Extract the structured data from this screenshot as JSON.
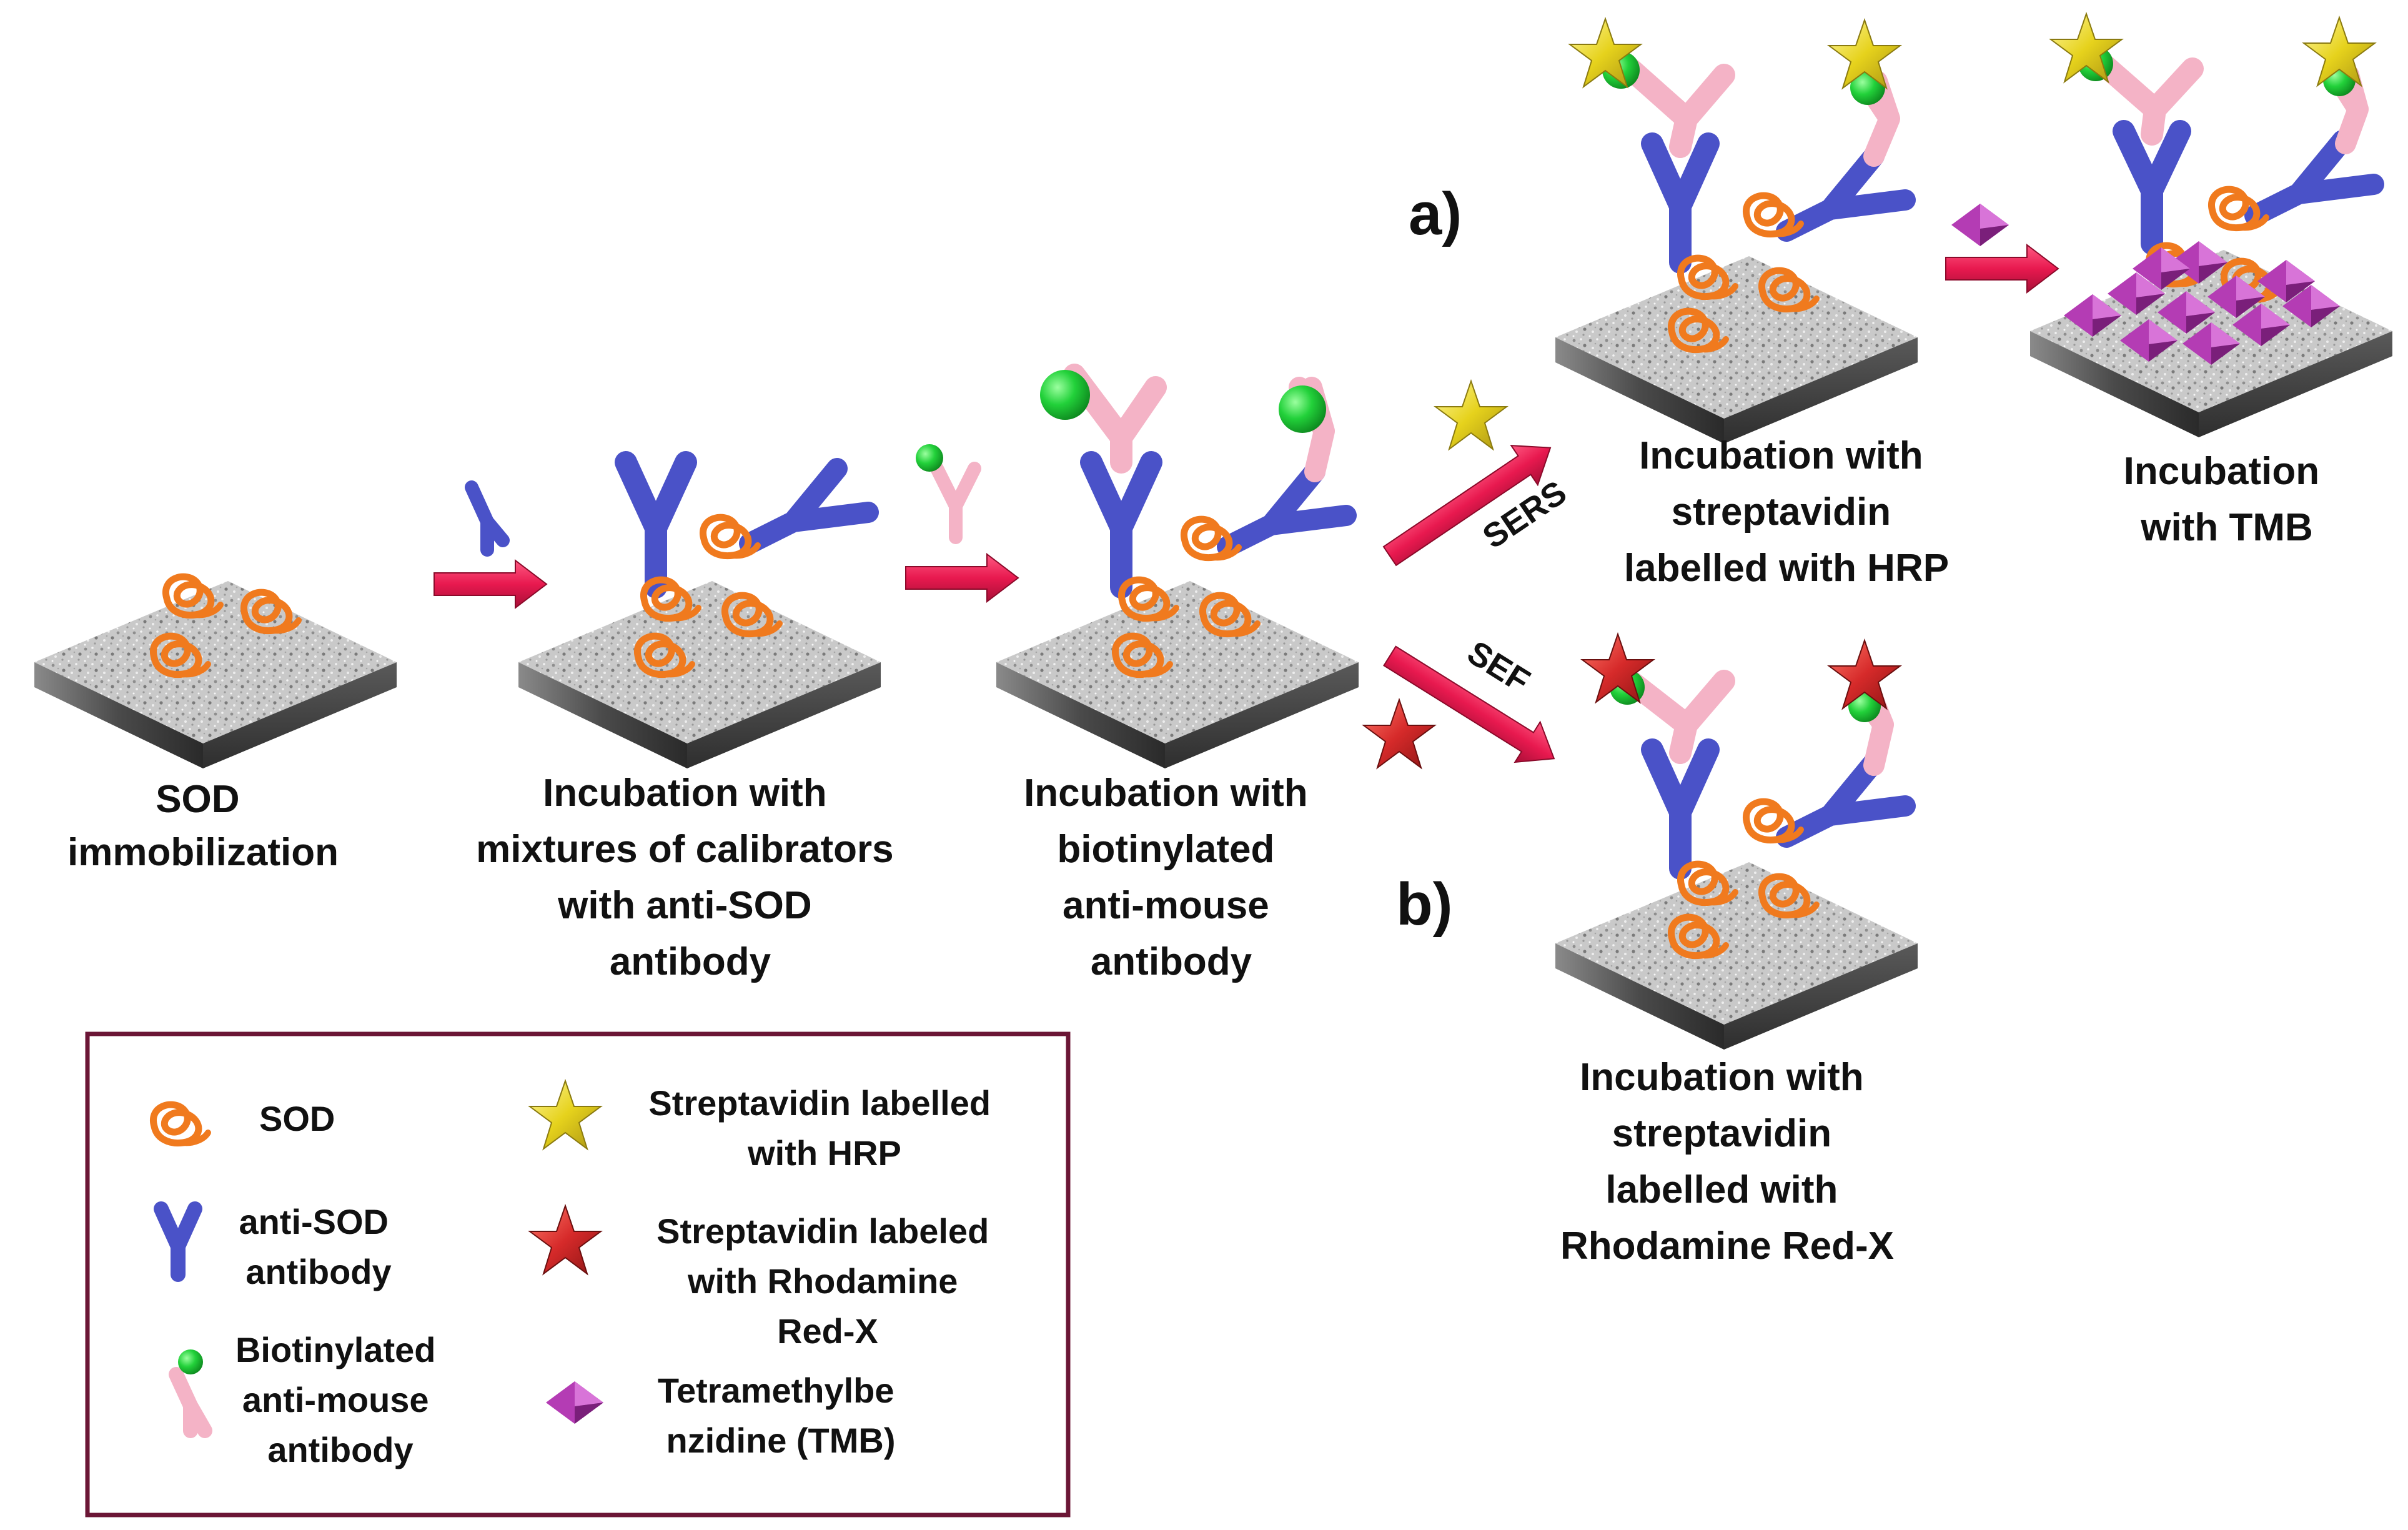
{
  "stages": {
    "sod_immobilization": [
      "SOD",
      "immobilization"
    ],
    "incubation_calibrators": [
      "Incubation with",
      "mixtures of calibrators",
      "with anti-SOD",
      "antibody"
    ],
    "incubation_biotinylated": [
      "Incubation with",
      "biotinylated",
      "anti-mouse",
      "antibody"
    ],
    "incubation_hrp": [
      "Incubation with",
      "streptavidin",
      "labelled with HRP"
    ],
    "incubation_tmb": [
      "Incubation",
      "with TMB"
    ],
    "incubation_rhodamine": [
      "Incubation with",
      "streptavidin",
      "labelled with",
      "Rhodamine Red-X"
    ]
  },
  "branches": {
    "a": "a)",
    "b": "b)"
  },
  "arrow_labels": {
    "sers": "SERS",
    "sef": "SEF"
  },
  "legend": {
    "sod": [
      "SOD"
    ],
    "anti_sod": [
      "anti-SOD",
      "antibody"
    ],
    "biotinylated": [
      "Biotinylated",
      "anti-mouse",
      "antibody"
    ],
    "strep_hrp": [
      "Streptavidin labelled",
      "with HRP"
    ],
    "strep_rhodamine": [
      "Streptavidin labeled",
      "with Rhodamine",
      "Red-X"
    ],
    "tmb": [
      "Tetramethylbe",
      "nzidine (TMB)"
    ]
  },
  "colors": {
    "arrow": "#e8194f",
    "sod": "#f07a1e",
    "anti_sod": "#4a52c8",
    "anti_mouse": "#f4b3c6",
    "biotin": "#22d13a",
    "star_hrp": "#e6d21c",
    "star_rhodamine": "#d62a2a",
    "tmb": "#b43cb4",
    "legend_border": "#6b1636"
  },
  "icons": {
    "sod": "sod-coil-icon",
    "anti_sod": "anti-sod-antibody-icon",
    "biotinylated": "biotinylated-antibody-icon",
    "strep_hrp": "yellow-star-icon",
    "strep_rhodamine": "red-star-icon",
    "tmb": "purple-diamond-icon"
  }
}
